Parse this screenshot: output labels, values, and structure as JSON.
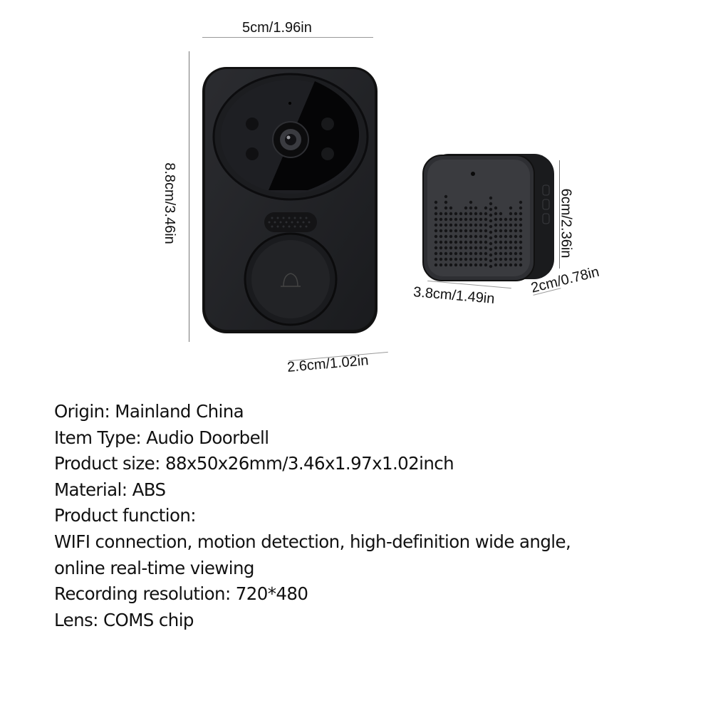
{
  "dimensions": {
    "doorbell_width": "5cm/1.96in",
    "doorbell_height": "8.8cm/3.46in",
    "doorbell_depth": "2.6cm/1.02in",
    "chime_height": "6cm/2.36in",
    "chime_width": "3.8cm/1.49in",
    "chime_depth": "2cm/0.78in"
  },
  "products": {
    "doorbell": {
      "icon": "video-doorbell-device",
      "color": "#1e1f22"
    },
    "chime": {
      "icon": "chime-receiver-speaker",
      "color": "#2a2b2e"
    }
  },
  "specs": [
    "Origin: Mainland China",
    "Item Type: Audio Doorbell",
    "Product size: 88x50x26mm/3.46x1.97x1.02inch",
    "Material: ABS",
    "Product function:",
    "WIFI connection, motion detection, high-definition wide angle,",
    "online real-time viewing",
    "Recording resolution: 720*480",
    "Lens: COMS chip"
  ]
}
